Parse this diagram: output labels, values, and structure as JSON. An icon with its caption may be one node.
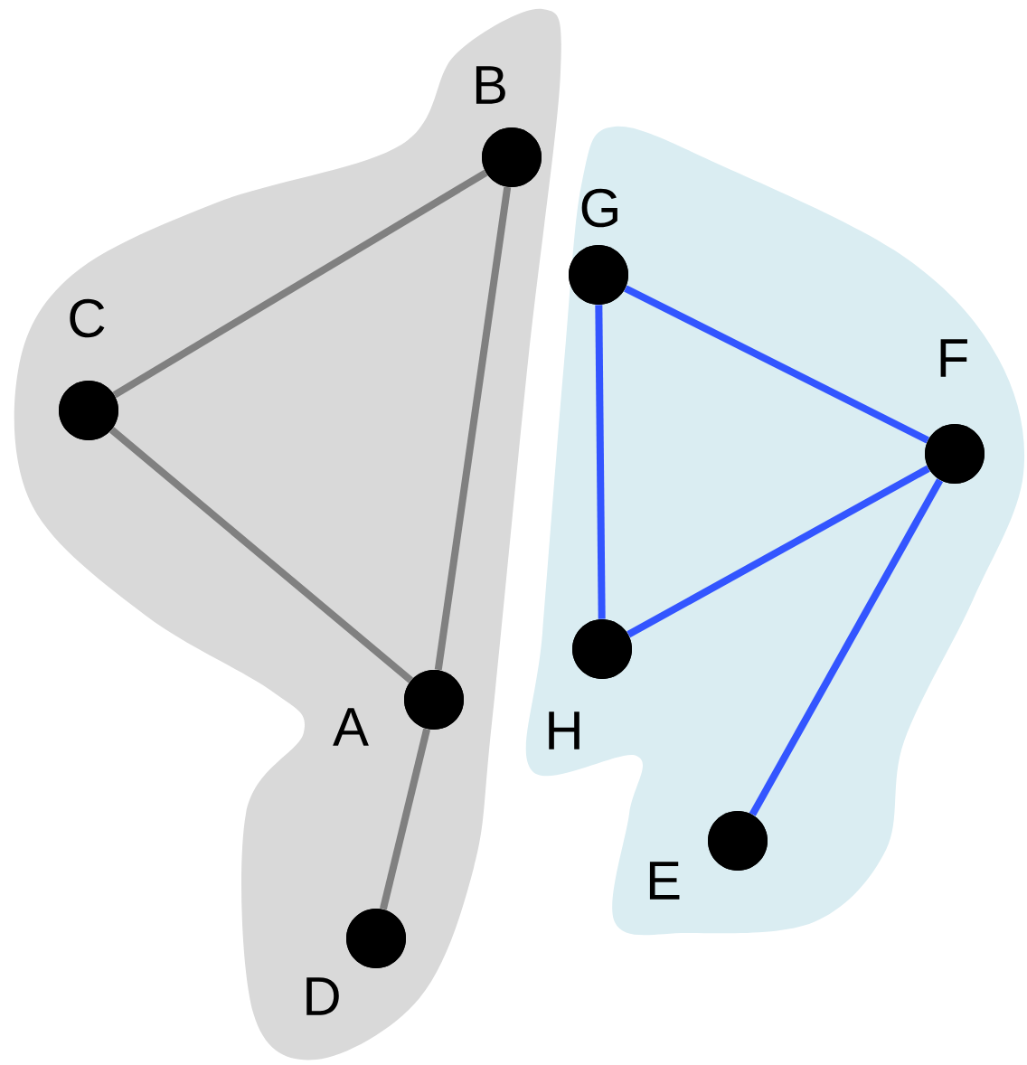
{
  "diagram": {
    "nodes": [
      {
        "text": [],
        "shape": "cloud"
      },
      {
        "text": [],
        "shape": "circle",
        "beside": [
          "B"
        ],
        "in": 0
      },
      {
        "text": [],
        "shape": "circle",
        "beside": [
          "C"
        ],
        "in": 0
      },
      {
        "text": [],
        "shape": "circle",
        "beside": [
          "A"
        ],
        "in": 0
      },
      {
        "text": [],
        "shape": "circle",
        "beside": [
          "D"
        ],
        "in": 0
      },
      {
        "text": [],
        "shape": "cloud"
      },
      {
        "text": [],
        "shape": "circle",
        "beside": [
          "G"
        ],
        "in": 5
      },
      {
        "text": [],
        "shape": "circle",
        "beside": [
          "F"
        ],
        "in": 5
      },
      {
        "text": [],
        "shape": "circle",
        "beside": [
          "H"
        ],
        "in": 5
      },
      {
        "text": [],
        "shape": "circle",
        "beside": [
          "E"
        ],
        "in": 5
      }
    ],
    "edges": [
      {
        "from": 1,
        "to": 2,
        "arrow": "none",
        "color": "#808080"
      },
      {
        "from": 2,
        "to": 3,
        "arrow": "none",
        "color": "#808080"
      },
      {
        "from": 1,
        "to": 3,
        "arrow": "none",
        "color": "#808080"
      },
      {
        "from": 3,
        "to": 4,
        "arrow": "none",
        "color": "#808080"
      },
      {
        "from": 6,
        "to": 7,
        "arrow": "none",
        "color": "#3355ff"
      },
      {
        "from": 6,
        "to": 8,
        "arrow": "none",
        "color": "#3355ff"
      },
      {
        "from": 8,
        "to": 7,
        "arrow": "none",
        "color": "#3355ff"
      },
      {
        "from": 7,
        "to": 9,
        "arrow": "none",
        "color": "#3355ff"
      }
    ]
  }
}
